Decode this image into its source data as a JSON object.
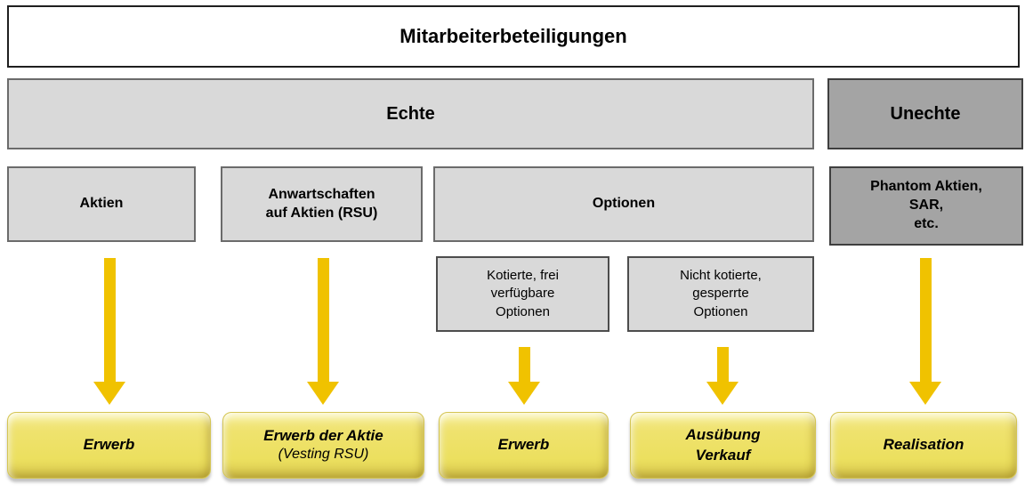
{
  "title": "Mitarbeiterbeteiligungen",
  "categories": {
    "echte": "Echte",
    "unechte": "Unechte"
  },
  "types": {
    "aktien": "Aktien",
    "rsu": "Anwartschaften\nauf Aktien (RSU)",
    "optionen": "Optionen",
    "phantom": "Phantom Aktien,\nSAR,\netc."
  },
  "option_subtypes": {
    "kotierte": "Kotierte, frei\nverfügbare\nOptionen",
    "nicht_kotierte": "Nicht kotierte,\ngesperrte\nOptionen"
  },
  "taxation_events": {
    "aktien": "Erwerb",
    "rsu": "Erwerb der Aktie",
    "rsu_sub": "(Vesting RSU)",
    "kotierte": "Erwerb",
    "nicht_kotierte": "Ausübung\nVerkauf",
    "phantom": "Realisation"
  },
  "colors": {
    "light_gray": "#d9d9d9",
    "dark_gray": "#a4a4a4",
    "arrow_gold": "#f0c200",
    "event_yellow": "#ece05f"
  }
}
